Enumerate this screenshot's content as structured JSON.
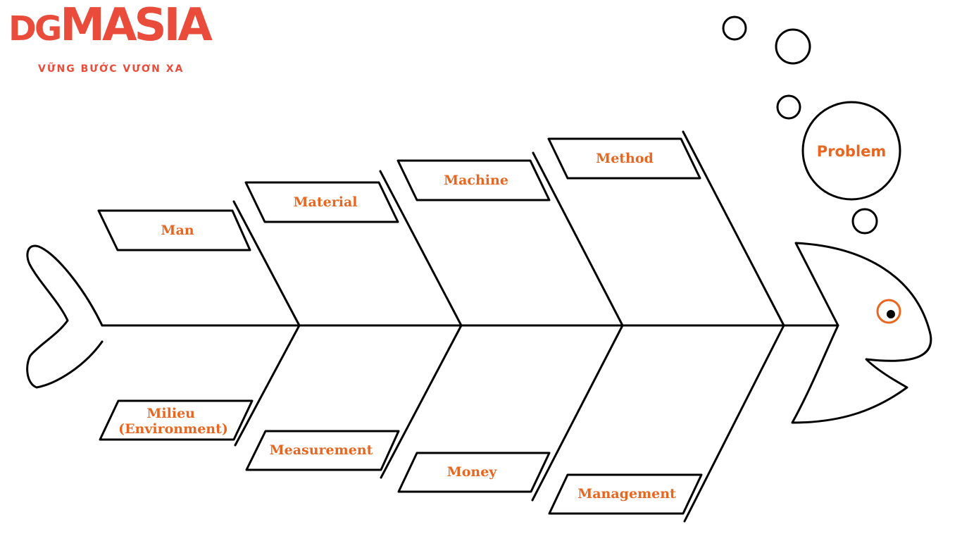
{
  "logo": {
    "prefix": "DG",
    "main": "MASIA",
    "tagline": "VỮNG BƯỚC VƯƠN XA",
    "brand_color": "#ea4c3b"
  },
  "problem": {
    "label": "Problem"
  },
  "causes": {
    "top": [
      "Man",
      "Material",
      "Machine",
      "Method"
    ],
    "bottom": [
      [
        "Milieu",
        "(Environment)"
      ],
      [
        "Measurement"
      ],
      [
        "Money"
      ],
      [
        "Management"
      ]
    ]
  },
  "colors": {
    "line": "#000000",
    "label": "#e8661f",
    "eye": "#e8661f"
  }
}
